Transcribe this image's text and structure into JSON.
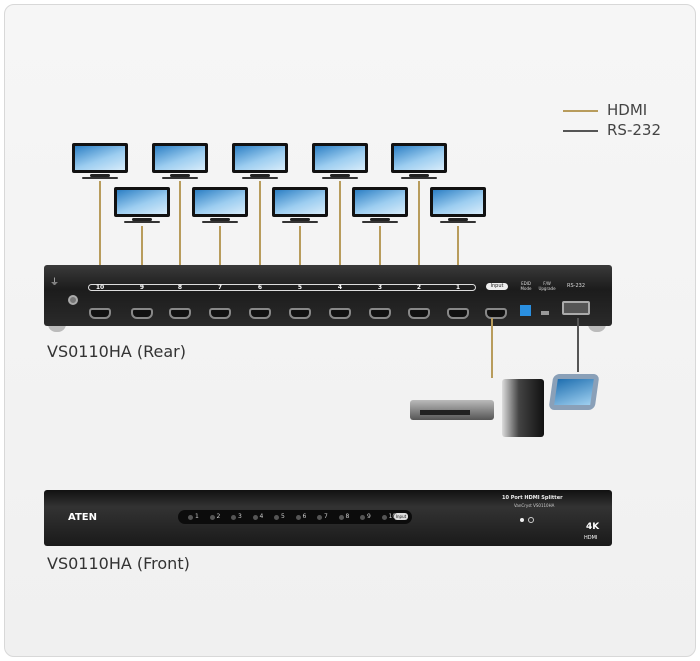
{
  "legend": [
    {
      "label": "HDMI",
      "color": "#b89c5c"
    },
    {
      "label": "RS-232",
      "color": "#555555"
    }
  ],
  "rear": {
    "label": "VS0110HA (Rear)",
    "ports": [
      "10",
      "9",
      "8",
      "7",
      "6",
      "5",
      "4",
      "3",
      "2",
      "1"
    ],
    "input_label": "Input",
    "edid_label": "EDID Mode",
    "fw_label": "F/W Upgrade",
    "rs232_label": "RS-232"
  },
  "front": {
    "label": "VS0110HA (Front)",
    "brand": "ATEN",
    "title": "10 Port HDMI Splitter",
    "model": "VanCryst VS0110HA",
    "leds": [
      "1",
      "2",
      "3",
      "4",
      "5",
      "6",
      "7",
      "8",
      "9",
      "10"
    ],
    "input_led": "Input",
    "badge_4k": "4K",
    "badge_hdmi": "HDMI"
  },
  "colors": {
    "hdmi": "#b89c5c",
    "rs232": "#555555",
    "panel": "#222222"
  }
}
